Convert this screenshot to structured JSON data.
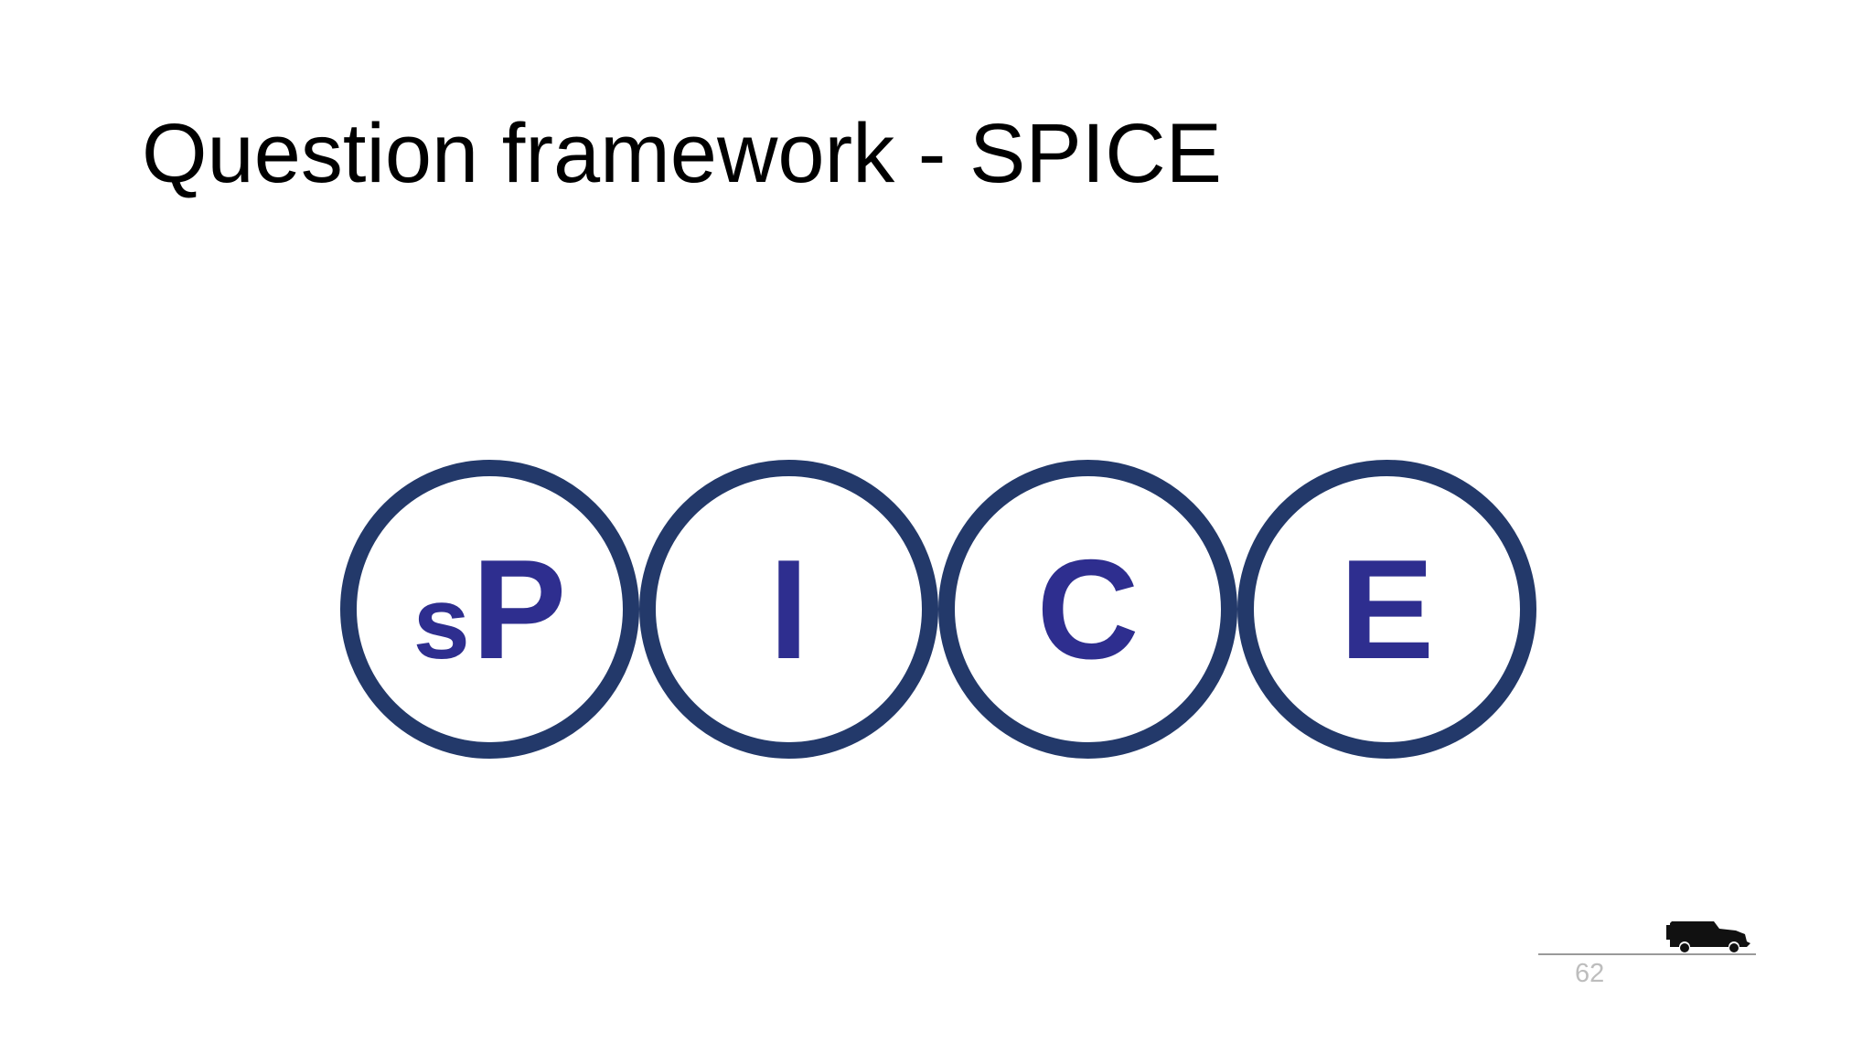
{
  "slide": {
    "title": "Question framework - SPICE",
    "page_number": "62",
    "footer_icon": "vehicle-icon"
  },
  "spice": {
    "circles": [
      {
        "minor": "s",
        "major": "P"
      },
      {
        "minor": "",
        "major": "I"
      },
      {
        "minor": "",
        "major": "C"
      },
      {
        "minor": "",
        "major": "E"
      }
    ]
  },
  "colors": {
    "title_text": "#000000",
    "circle_border": "#23396a",
    "letter": "#2e2e8f",
    "page_number": "#bdbdbd",
    "footer_line": "#9a9a9a",
    "background": "#ffffff"
  }
}
